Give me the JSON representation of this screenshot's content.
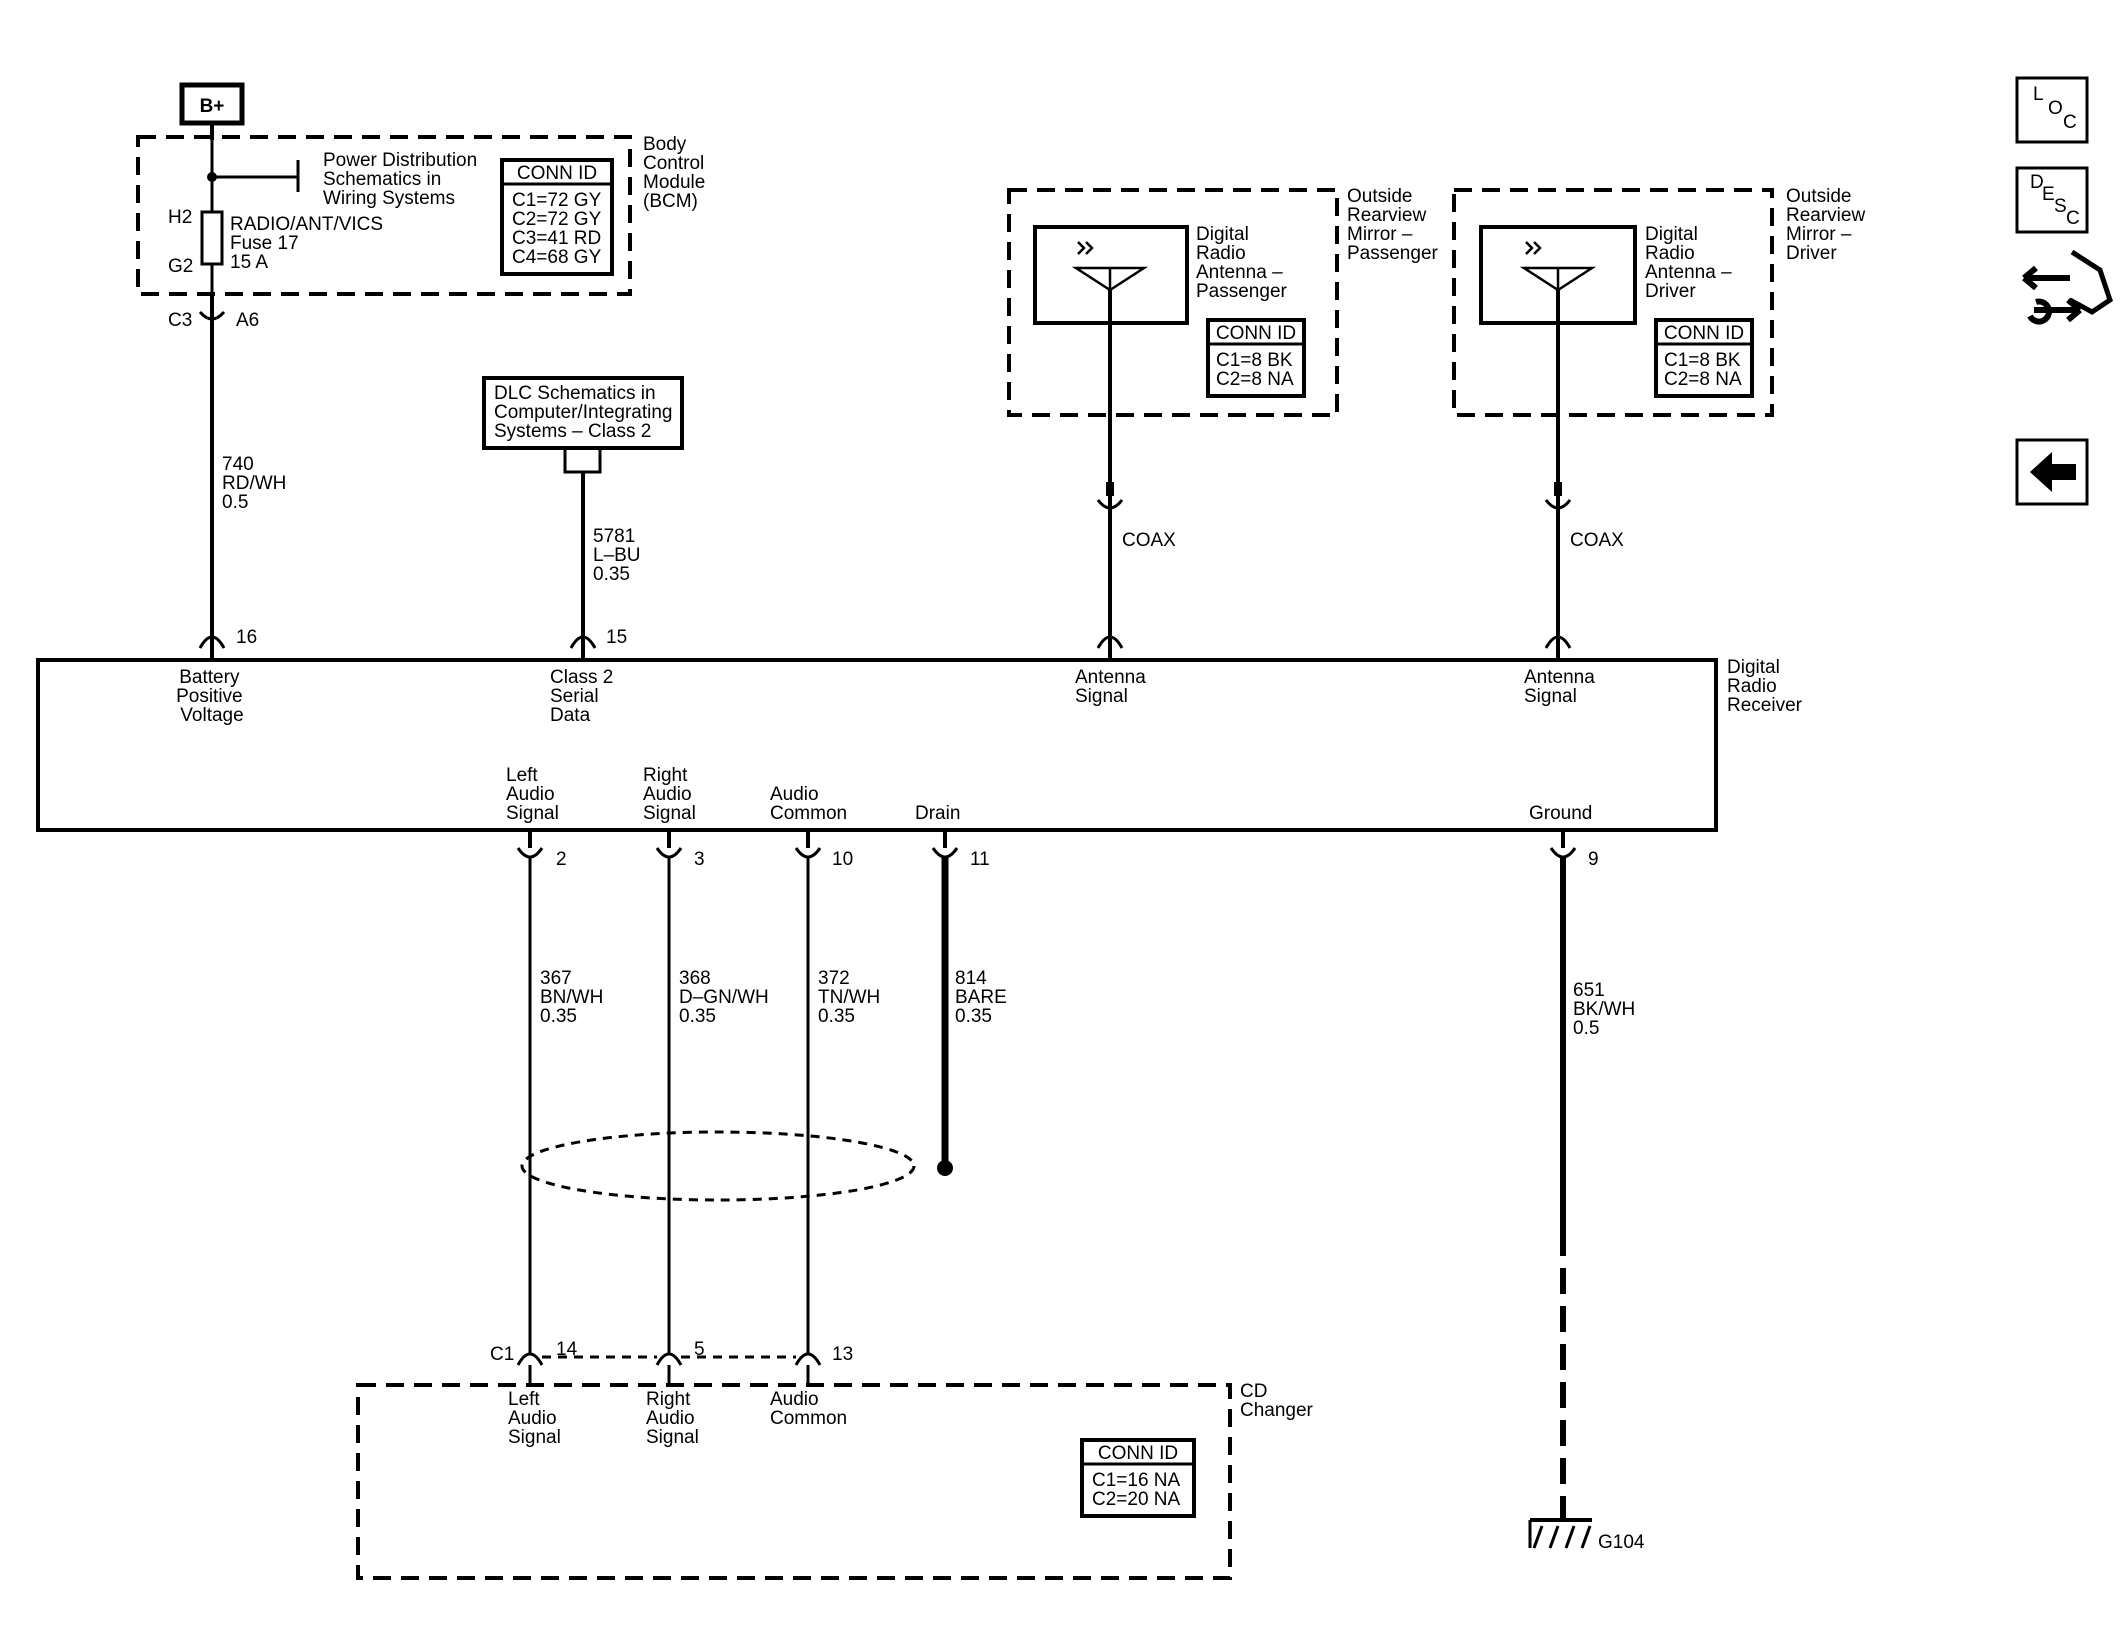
{
  "supply": {
    "label": "B+"
  },
  "bcm": {
    "title_lines": [
      "Body",
      "Control",
      "Module",
      "(BCM)"
    ],
    "power_ref_lines": [
      "Power Distribution",
      "Schematics in",
      "Wiring Systems"
    ],
    "fuse_pin_top": "H2",
    "fuse_pin_bottom": "G2",
    "fuse_lines": [
      "RADIO/ANT/VICS",
      "Fuse 17",
      "15 A"
    ],
    "conn_title": "CONN ID",
    "conn_lines": [
      "C1=72 GY",
      "C2=72 GY",
      "C3=41 RD",
      "C4=68 GY"
    ],
    "out_conn": "C3",
    "out_pin": "A6"
  },
  "dlc": {
    "lines": [
      "DLC Schematics in",
      "Computer/Integrating",
      "Systems – Class 2"
    ]
  },
  "antenna_passenger": {
    "module_lines": [
      "Outside",
      "Rearview",
      "Mirror –",
      "Passenger"
    ],
    "label_lines": [
      "Digital",
      "Radio",
      "Antenna –",
      "Passenger"
    ],
    "conn_title": "CONN ID",
    "conn_lines": [
      "C1=8 BK",
      "C2=8 NA"
    ],
    "coax": "COAX"
  },
  "antenna_driver": {
    "module_lines": [
      "Outside",
      "Rearview",
      "Mirror –",
      "Driver"
    ],
    "label_lines": [
      "Digital",
      "Radio",
      "Antenna –",
      "Driver"
    ],
    "conn_title": "CONN ID",
    "conn_lines": [
      "C1=8 BK",
      "C2=8 NA"
    ],
    "coax": "COAX"
  },
  "wires": {
    "battery": {
      "lines": [
        "740",
        "RD/WH",
        "0.5"
      ]
    },
    "class2": {
      "lines": [
        "5781",
        "L–BU",
        "0.35"
      ]
    },
    "left_audio": {
      "lines": [
        "367",
        "BN/WH",
        "0.35"
      ]
    },
    "right_audio": {
      "lines": [
        "368",
        "D–GN/WH",
        "0.35"
      ]
    },
    "audio_common": {
      "lines": [
        "372",
        "TN/WH",
        "0.35"
      ]
    },
    "drain": {
      "lines": [
        "814",
        "BARE",
        "0.35"
      ]
    },
    "ground": {
      "lines": [
        "651",
        "BK/WH",
        "0.5"
      ]
    }
  },
  "receiver": {
    "title_lines": [
      "Digital",
      "Radio",
      "Receiver"
    ],
    "pins_top": {
      "battery": "16",
      "class2": "15",
      "ant_pass": "",
      "ant_drv": ""
    },
    "pins_bottom": {
      "left": "2",
      "right": "3",
      "common": "10",
      "drain": "11",
      "ground": "9"
    },
    "signals_top": {
      "battery": [
        "Battery",
        "Positive",
        "Voltage"
      ],
      "class2": [
        "Class 2",
        "Serial",
        "Data"
      ],
      "ant_pass": [
        "Antenna",
        "Signal"
      ],
      "ant_drv": [
        "Antenna",
        "Signal"
      ]
    },
    "signals_bottom": {
      "left": [
        "Left",
        "Audio",
        "Signal"
      ],
      "right": [
        "Right",
        "Audio",
        "Signal"
      ],
      "common": [
        "Audio",
        "Common"
      ],
      "drain": [
        "Drain"
      ],
      "ground": [
        "Ground"
      ]
    }
  },
  "cd_changer": {
    "title_lines": [
      "CD",
      "Changer"
    ],
    "conn": "C1",
    "pins": {
      "left": "14",
      "right": "5",
      "common": "13"
    },
    "signals": {
      "left": [
        "Left",
        "Audio",
        "Signal"
      ],
      "right": [
        "Right",
        "Audio",
        "Signal"
      ],
      "common": [
        "Audio",
        "Common"
      ]
    },
    "conn_title": "CONN ID",
    "conn_lines": [
      "C1=16 NA",
      "C2=20 NA"
    ]
  },
  "ground": {
    "label": "G104"
  },
  "nav": {
    "loc": [
      "L",
      "O",
      "C"
    ],
    "desc": [
      "D",
      "E",
      "S",
      "C"
    ],
    "connector_icon": "connector-end-view-icon",
    "back_icon": "left-arrow-icon"
  }
}
